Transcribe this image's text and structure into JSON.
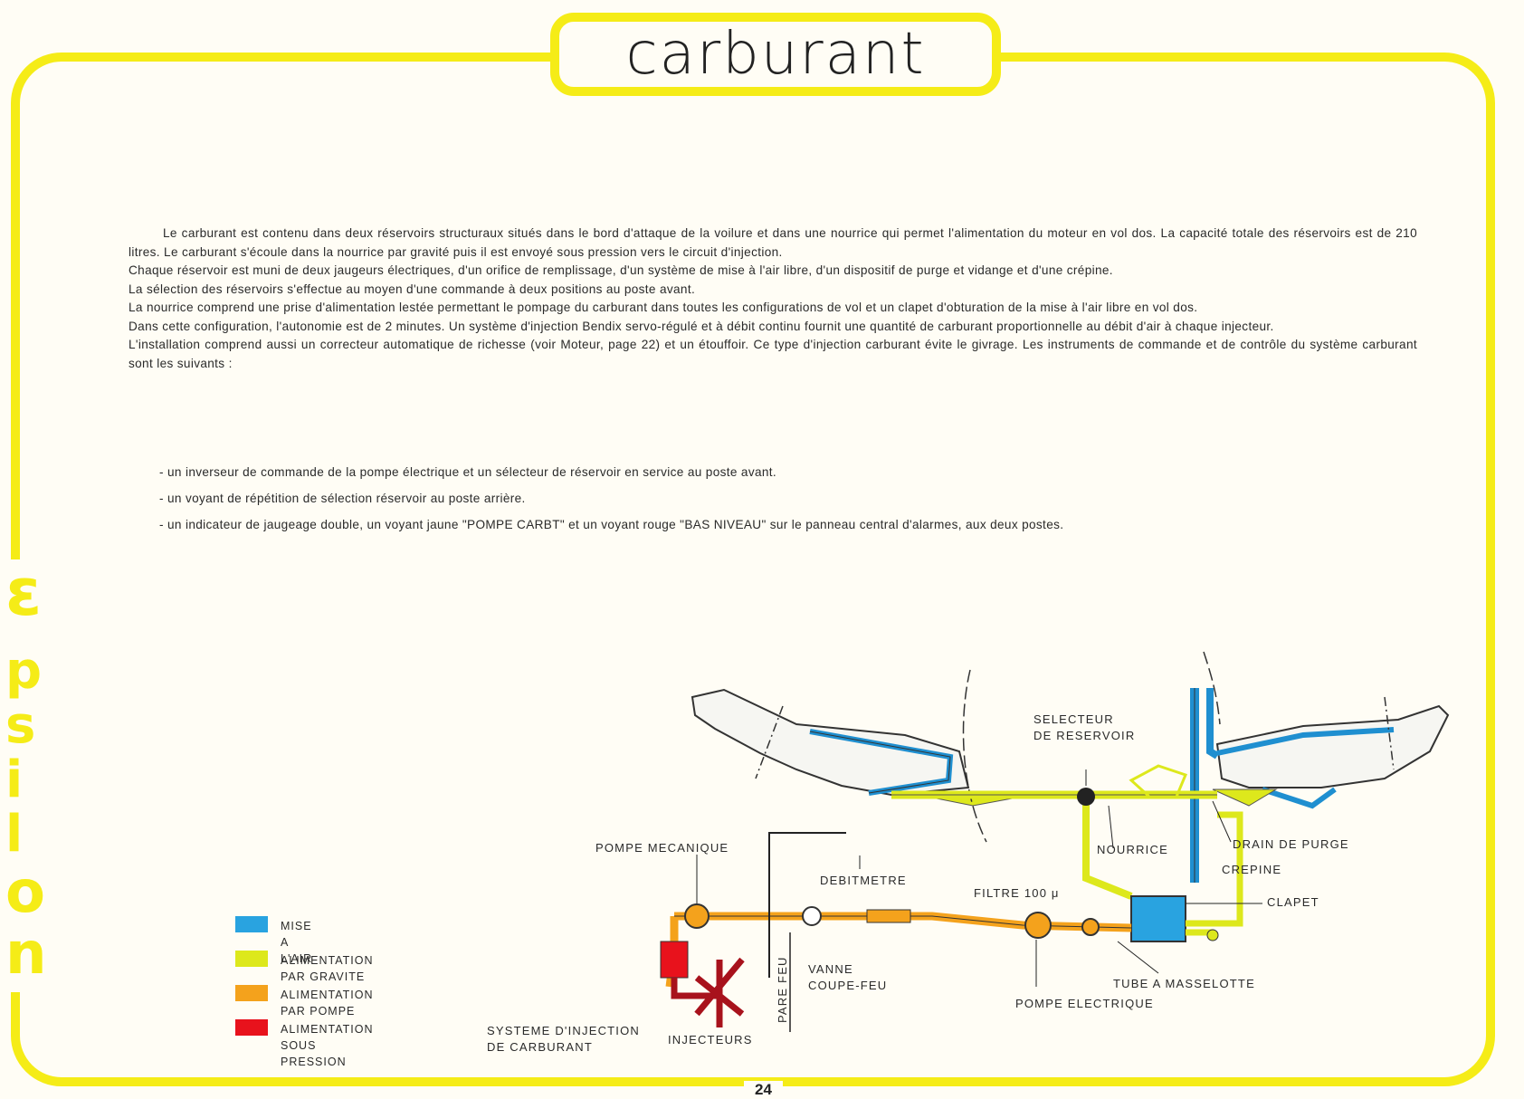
{
  "title": "carburant",
  "page_number": "24",
  "brand_letters": [
    "ε",
    "p",
    "s",
    "i",
    "l",
    "o",
    "n"
  ],
  "paragraphs": [
    "Le carburant est contenu dans deux réservoirs structuraux situés dans le bord d'attaque de la voilure et dans une nourrice qui permet l'alimentation du moteur en vol dos. La capacité totale des réservoirs est de 210 litres. Le carburant s'écoule dans la nourrice par gravité puis il est envoyé sous pression vers le circuit d'injection.",
    "Chaque réservoir est muni de deux jaugeurs électriques, d'un orifice de remplissage, d'un système de mise à l'air libre, d'un dispositif de purge et vidange et d'une crépine.",
    "La sélection des réservoirs s'effectue au moyen d'une commande à deux positions au poste avant.",
    "La nourrice comprend une prise d'alimentation lestée permettant le pompage du carburant dans toutes les configurations de vol et un clapet d'obturation de la mise à l'air libre en vol dos.",
    "Dans cette configuration, l'autonomie est de 2 minutes. Un système d'injection Bendix servo-régulé et à débit continu fournit une quantité de carburant proportionnelle au débit d'air à chaque injecteur.",
    "L'installation comprend aussi un correcteur automatique de richesse (voir Moteur, page 22) et un étouffoir. Ce type d'injection carburant évite le givrage. Les instruments de commande et de contrôle du système carburant sont les suivants :"
  ],
  "bullets": [
    "- un inverseur de commande de la pompe électrique et un sélecteur de réservoir en service au poste avant.",
    "- un voyant de répétition de sélection réservoir au poste arrière.",
    "- un indicateur de jaugeage double, un voyant jaune \"POMPE CARBT\" et un voyant rouge \"BAS NIVEAU\" sur le panneau central d'alarmes, aux deux postes."
  ],
  "legend": [
    {
      "label": "MISE A L'AIR",
      "color": "#29a3e0"
    },
    {
      "label": "ALIMENTATION PAR GRAVITE",
      "color": "#dde81c"
    },
    {
      "label": "ALIMENTATION PAR POMPE",
      "color": "#f4a21c"
    },
    {
      "label": "ALIMENTATION\nSOUS PRESSION",
      "color": "#e8121c"
    }
  ],
  "labels": {
    "selecteur": "SELECTEUR\nDE RESERVOIR",
    "nourrice": "NOURRICE",
    "drain": "DRAIN DE PURGE",
    "crepine": "CREPINE",
    "clapet": "CLAPET",
    "pompe_mecanique": "POMPE MECANIQUE",
    "debitmetre": "DEBITMETRE",
    "filtre": "FILTRE 100 μ",
    "vanne": "VANNE\nCOUPE-FEU",
    "pare_feu": "PARE FEU",
    "tube": "TUBE A MASSELOTTE",
    "pompe_electrique": "POMPE ELECTRIQUE",
    "systeme_injection": "SYSTEME D'INJECTION\nDE CARBURANT",
    "injecteurs": "INJECTEURS"
  },
  "colors": {
    "frame": "#f5ec17",
    "vent": "#29a3e0",
    "gravity": "#dde81c",
    "pump": "#f4a21c",
    "pressure": "#e8121c"
  }
}
